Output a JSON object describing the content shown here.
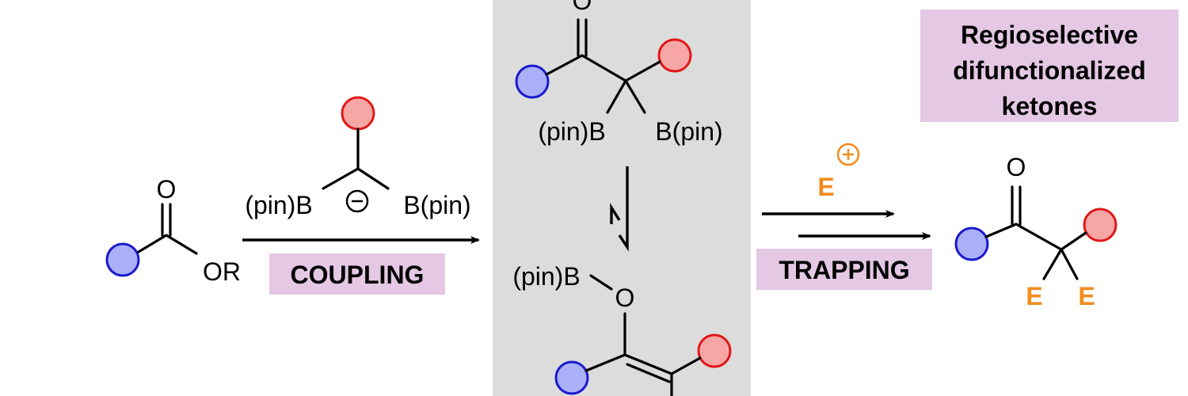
{
  "colors": {
    "panel_bg": "#dcdcdc",
    "tag_bg": "#e4c8e4",
    "electrophile": "#f28c1e",
    "substituent_blue_fill": "#aab0f7",
    "substituent_blue_stroke": "#1a1acc",
    "substituent_red_fill": "#f7a6a6",
    "substituent_red_stroke": "#e01818"
  },
  "icons": {
    "blue_group": "blue-circle-substituent",
    "red_group": "red-circle-substituent",
    "charge": "circled-minus",
    "electrophile_charge": "circled-plus"
  },
  "ester": {
    "o_label": "O",
    "or_label": "OR"
  },
  "reagent": {
    "left_boron": "(pin)B",
    "right_boron": "B(pin)"
  },
  "coupling": {
    "label": "COUPLING"
  },
  "intermediate_top": {
    "o_label": "O",
    "left_boron": "(pin)B",
    "right_boron": "B(pin)"
  },
  "intermediate_bottom": {
    "boron": "(pin)B",
    "o_label": "O"
  },
  "trapping": {
    "electrophile": "E",
    "label": "TRAPPING"
  },
  "product": {
    "o_label": "O",
    "e1": "E",
    "e2": "E"
  },
  "headline": {
    "line1": "Regioselective",
    "line2": "difunctionalized",
    "line3": "ketones"
  }
}
